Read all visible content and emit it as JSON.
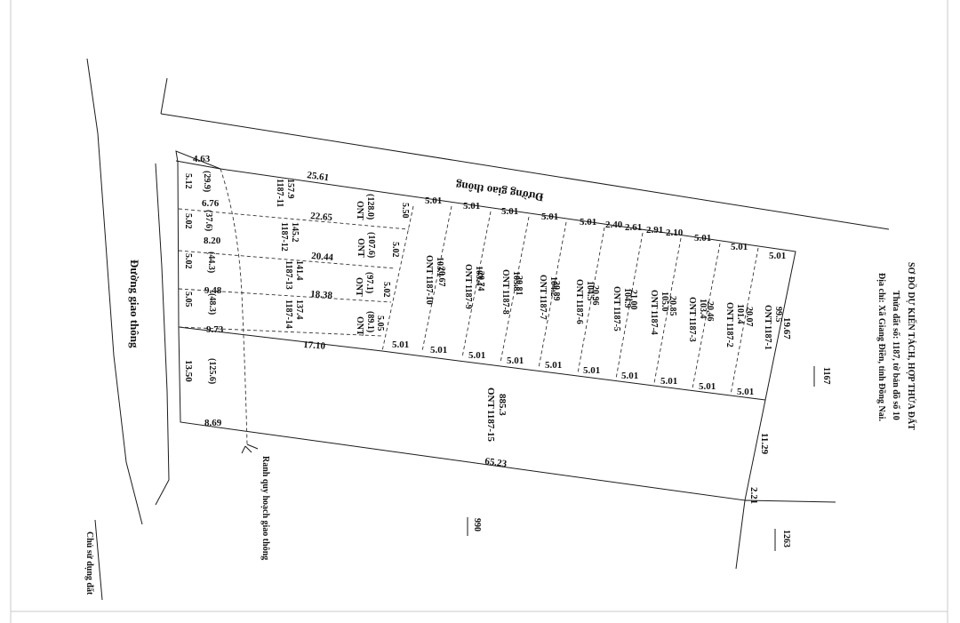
{
  "title": {
    "heading": "SƠ ĐỒ DỰ KIẾN TÁCH, HỢP THỬA ĐẤT",
    "line1": "Thửa đất số: 1187, tờ bản đồ số 10",
    "line2": "Địa chỉ: Xã Giang Điền, tỉnh Đồng Nai."
  },
  "roads": {
    "top": "Đường giao thông",
    "left": "Đường giao thông"
  },
  "annotations": {
    "planning_line": "Ranh quy hoạch giao thông",
    "land_use_holder": "Chủ sử dụng đất"
  },
  "neighbors": {
    "n1167": "1167",
    "n990": "990",
    "n1263": "1263"
  },
  "dimensions": {
    "d463": "4.63",
    "d2561": "25.61",
    "d512": "5.12",
    "d676": "6.76",
    "d2265": "22.65",
    "d502a": "5.02",
    "d820": "8.20",
    "d2044": "20.44",
    "d502b": "5.02",
    "d948": "9.48",
    "d1838": "18.38",
    "d505a": "5.05",
    "d973": "9.73",
    "d1710": "17.10",
    "d1350": "13.50",
    "d869": "8.69",
    "d6523": "65.23",
    "d1129": "11.29",
    "d221": "2.21",
    "d1967": "19.67",
    "d550": "5.50",
    "d502c": "5.02",
    "d502d": "5.02",
    "d505b": "5.05",
    "top1": "5.01",
    "top2": "5.01",
    "top3": "5.01",
    "top4": "5.01",
    "top5": "5.01",
    "top6": "2.40",
    "top7": "2.61",
    "top8": "2.91",
    "top9": "2.10",
    "top10": "5.01",
    "top11": "5.01",
    "top12": "5.01",
    "bot1": "5.01",
    "bot2": "5.01",
    "bot3": "5.01",
    "bot4": "5.01",
    "bot5": "5.01",
    "bot6": "5.01",
    "bot7": "5.01",
    "bot8": "5.01",
    "bot9": "5.01",
    "bot10": "5.01"
  },
  "road_areas": {
    "a1": "(29.9)",
    "a2": "(37.6)",
    "a3": "(44.3)",
    "a4": "(48.3)",
    "a5": "(125.6)"
  },
  "lots": {
    "l11": {
      "type": "ONT",
      "id": "1187-11",
      "area": "157.9",
      "paren": "(128.0)"
    },
    "l12": {
      "type": "ONT",
      "id": "1187-12",
      "area": "145.2",
      "paren": "(107.6)"
    },
    "l13": {
      "type": "ONT",
      "id": "1187-13",
      "area": "141.4",
      "paren": "(97.1)"
    },
    "l14": {
      "type": "ONT",
      "id": "1187-14",
      "area": "137.4",
      "paren": "(89.1)"
    },
    "l10": {
      "type": "ONT",
      "id": "1187-10",
      "area": "103.1",
      "len": ""
    },
    "l9": {
      "type": "ONT",
      "id": "1187-9",
      "area": "103.4",
      "len": "20.67"
    },
    "l8": {
      "type": "ONT",
      "id": "1187-8",
      "area": "103.8",
      "len": "20.74"
    },
    "l7": {
      "type": "ONT",
      "id": "1187-7",
      "area": "104.2",
      "len": "20.81"
    },
    "l6": {
      "type": "ONT",
      "id": "1187-6",
      "area": "104.5",
      "len": "20.89"
    },
    "l5": {
      "type": "ONT",
      "id": "1187-5",
      "area": "104.9",
      "len": "20.96"
    },
    "l4": {
      "type": "ONT",
      "id": "1187-4",
      "area": "105.0",
      "len": "21.00"
    },
    "l3": {
      "type": "ONT",
      "id": "1187-3",
      "area": "103.4",
      "len": "20.85"
    },
    "l2": {
      "type": "ONT",
      "id": "1187-2",
      "area": "101.4",
      "len": "20.46"
    },
    "l1": {
      "type": "ONT",
      "id": "1187-1",
      "area": "99.5",
      "len": "20.07"
    },
    "l15": {
      "type": "ONT",
      "id": "1187-15",
      "area": "885.3"
    }
  }
}
